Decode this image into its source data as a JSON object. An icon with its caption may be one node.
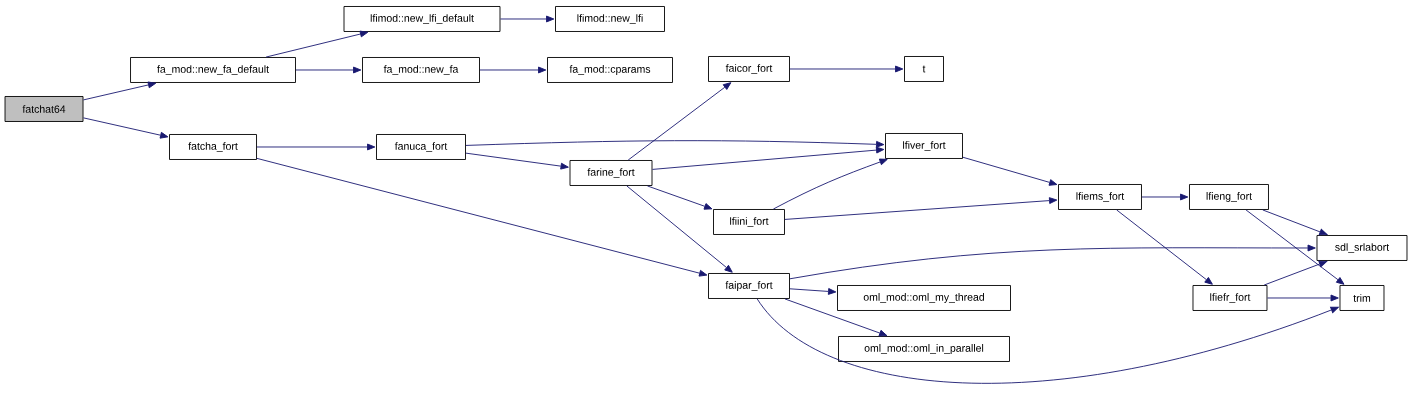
{
  "diagram": {
    "nodes": [
      {
        "text": [
          "fatchat64"
        ]
      },
      {
        "text": [
          "fa_mod::new_fa_default"
        ]
      },
      {
        "text": [
          "lfimod::new_lfi_default"
        ]
      },
      {
        "text": [
          "lfimod::new_lfi"
        ]
      },
      {
        "text": [
          "fa_mod::new_fa"
        ]
      },
      {
        "text": [
          "fa_mod::cparams"
        ]
      },
      {
        "text": [
          "fatcha_fort"
        ]
      },
      {
        "text": [
          "fanuca_fort"
        ]
      },
      {
        "text": [
          "farine_fort"
        ]
      },
      {
        "text": [
          "faicor_fort"
        ]
      },
      {
        "text": [
          "t"
        ]
      },
      {
        "text": [
          "lfiver_fort"
        ]
      },
      {
        "text": [
          "lfiini_fort"
        ]
      },
      {
        "text": [
          "lfiems_fort"
        ]
      },
      {
        "text": [
          "lfieng_fort"
        ]
      },
      {
        "text": [
          "faipar_fort"
        ]
      },
      {
        "text": [
          "oml_mod::oml_my_thread"
        ]
      },
      {
        "text": [
          "oml_mod::oml_in_parallel"
        ]
      },
      {
        "text": [
          "sdl_srlabort"
        ]
      },
      {
        "text": [
          "lfiefr_fort"
        ]
      },
      {
        "text": [
          "trim"
        ]
      }
    ],
    "edges": [
      {
        "from": 0,
        "to": 1,
        "arrow": "to"
      },
      {
        "from": 0,
        "to": 6,
        "arrow": "to"
      },
      {
        "from": 1,
        "to": 2,
        "arrow": "to"
      },
      {
        "from": 1,
        "to": 4,
        "arrow": "to"
      },
      {
        "from": 2,
        "to": 3,
        "arrow": "to"
      },
      {
        "from": 4,
        "to": 5,
        "arrow": "to"
      },
      {
        "from": 6,
        "to": 7,
        "arrow": "to"
      },
      {
        "from": 6,
        "to": 15,
        "arrow": "to"
      },
      {
        "from": 7,
        "to": 11,
        "arrow": "to"
      },
      {
        "from": 7,
        "to": 8,
        "arrow": "to"
      },
      {
        "from": 8,
        "to": 9,
        "arrow": "to"
      },
      {
        "from": 8,
        "to": 11,
        "arrow": "to"
      },
      {
        "from": 8,
        "to": 12,
        "arrow": "to"
      },
      {
        "from": 8,
        "to": 15,
        "arrow": "to"
      },
      {
        "from": 9,
        "to": 10,
        "arrow": "to"
      },
      {
        "from": 11,
        "to": 13,
        "arrow": "to"
      },
      {
        "from": 12,
        "to": 11,
        "arrow": "to"
      },
      {
        "from": 12,
        "to": 13,
        "arrow": "to"
      },
      {
        "from": 13,
        "to": 14,
        "arrow": "to"
      },
      {
        "from": 13,
        "to": 19,
        "arrow": "to"
      },
      {
        "from": 14,
        "to": 18,
        "arrow": "to"
      },
      {
        "from": 14,
        "to": 20,
        "arrow": "to"
      },
      {
        "from": 15,
        "to": 18,
        "arrow": "to"
      },
      {
        "from": 15,
        "to": 16,
        "arrow": "to"
      },
      {
        "from": 15,
        "to": 17,
        "arrow": "to"
      },
      {
        "from": 15,
        "to": 20,
        "arrow": "to"
      },
      {
        "from": 19,
        "to": 18,
        "arrow": "to"
      },
      {
        "from": 19,
        "to": 20,
        "arrow": "to"
      }
    ]
  }
}
